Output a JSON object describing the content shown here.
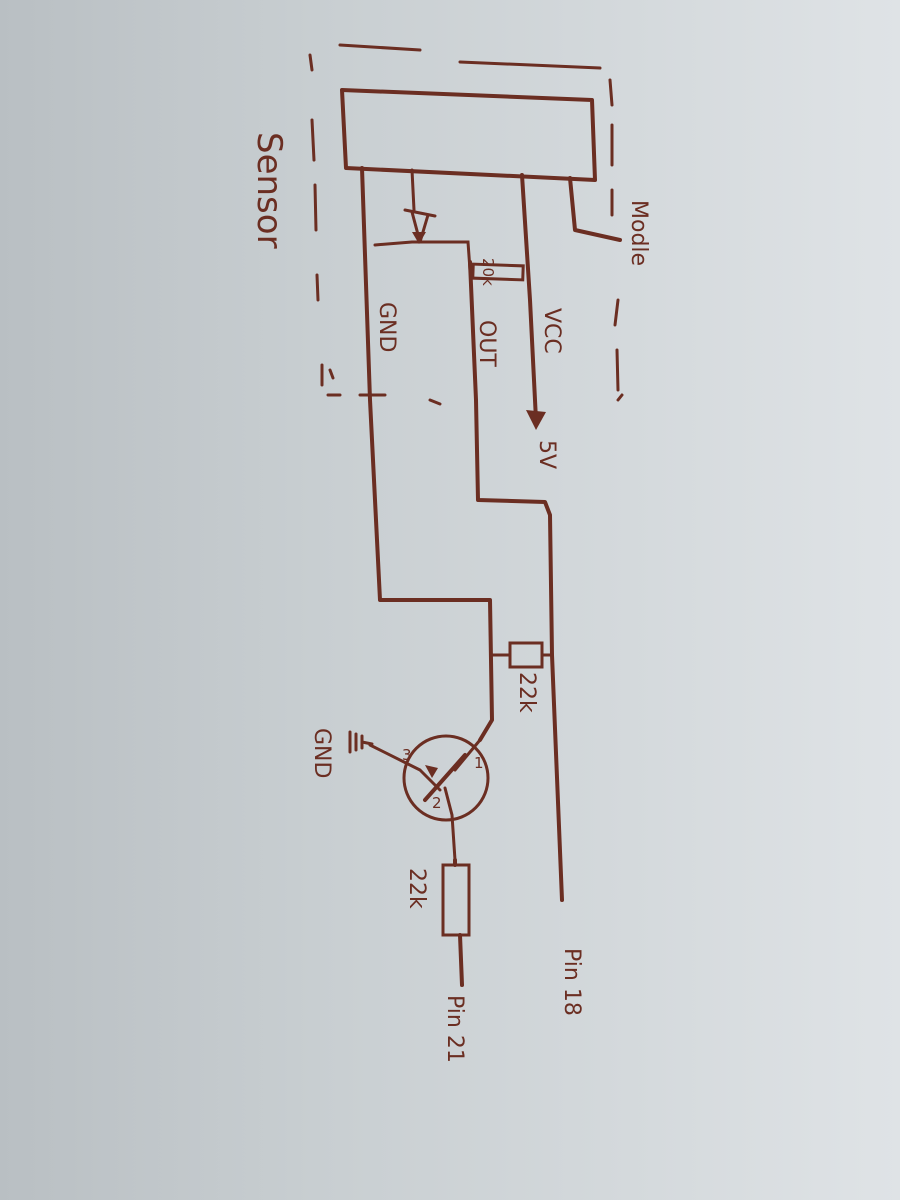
{
  "labels": {
    "sensor": "Sensor",
    "module": "Modle",
    "gnd_sensor": "GND",
    "out": "OUT",
    "vcc": "VCC",
    "v5": "5V",
    "r_small": "20k",
    "r_base": "22k",
    "r_pin": "22k",
    "gnd_transistor": "GND",
    "pin18": "Pin 18",
    "pin21": "Pin 21",
    "pin_1": "1",
    "pin_2": "2",
    "pin_3": "3"
  },
  "colors": {
    "ink": "#6b2e22",
    "paper": "#d4d9dc"
  }
}
